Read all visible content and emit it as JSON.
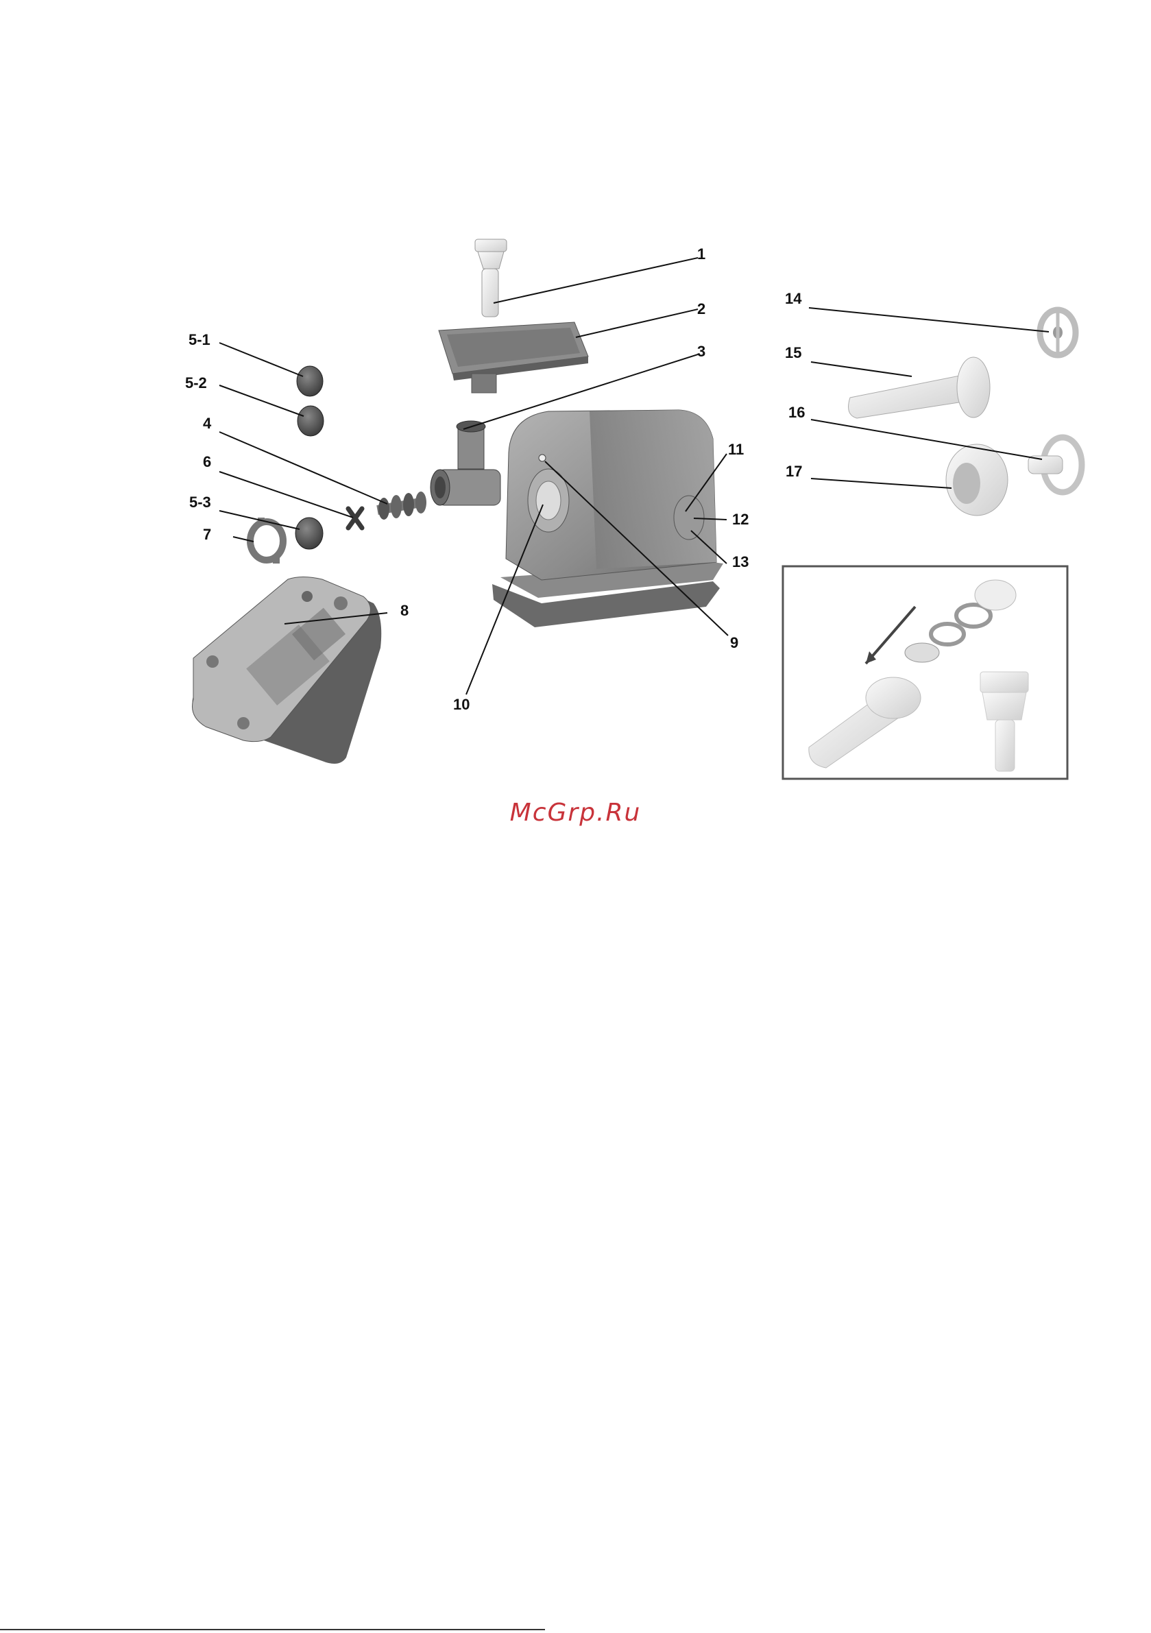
{
  "callouts": {
    "c1": "1",
    "c2": "2",
    "c3": "3",
    "c4": "4",
    "c5_1": "5-1",
    "c5_2": "5-2",
    "c5_3": "5-3",
    "c6": "6",
    "c7": "7",
    "c8": "8",
    "c9": "9",
    "c10": "10",
    "c11": "11",
    "c12": "12",
    "c13": "13",
    "c14": "14",
    "c15": "15",
    "c16": "16",
    "c17": "17"
  },
  "watermark": "McGrp.Ru",
  "colors": {
    "body": "#9b9b9b",
    "body_dark": "#6e6e6e",
    "metal": "#8a8a8a",
    "accessory": "#e8e8e8",
    "ink": "#111111",
    "watermark": "#c8333a"
  },
  "icons": {
    "arrow": "assembly-direction-arrow"
  }
}
